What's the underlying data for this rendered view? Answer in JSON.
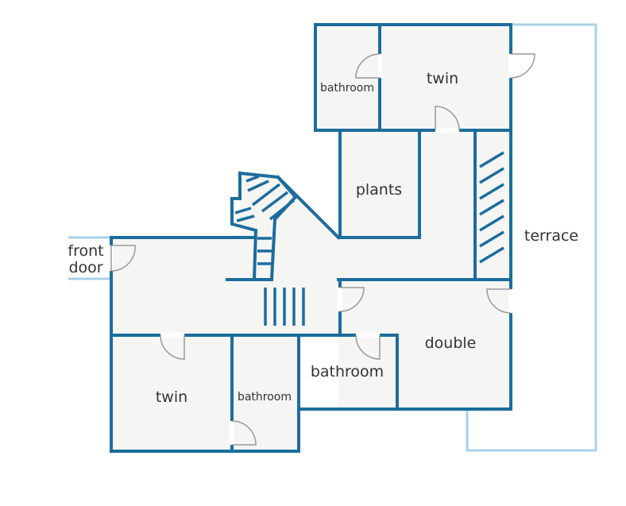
{
  "floorplan": {
    "colors": {
      "wall": "#1c6d9c",
      "terrace_outline": "#a8d0ea",
      "floor": "#f5f5f4",
      "door_arc": "#9a9a9a",
      "label": "#333333"
    },
    "rooms": {
      "bathroom_top": "bathroom",
      "twin_top": "twin",
      "plants": "plants",
      "terrace": "terrace",
      "front_door_line1": "front",
      "front_door_line2": "door",
      "double": "double",
      "bathroom_mid": "bathroom",
      "twin_bottom": "twin",
      "bathroom_small": "bathroom"
    }
  }
}
